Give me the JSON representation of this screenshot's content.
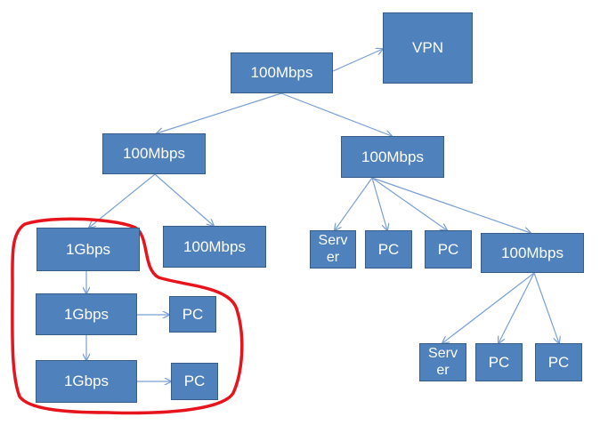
{
  "colors": {
    "node_fill": "#4f81bd",
    "node_border": "#385d8a",
    "connector": "#7aa0d4",
    "highlight": "#e8141d"
  },
  "nodes": {
    "vpn": "VPN",
    "root": "100Mbps",
    "left_switch": "100Mbps",
    "right_switch": "100Mbps",
    "left_1gbps_a": "1Gbps",
    "left_100mbps": "100Mbps",
    "left_1gbps_b": "1Gbps",
    "left_1gbps_c": "1Gbps",
    "left_pc_b": "PC",
    "left_pc_c": "PC",
    "right_server": "Serv\ner",
    "right_pc_1": "PC",
    "right_pc_2": "PC",
    "right_sub_switch": "100Mbps",
    "sub_server": "Serv\ner",
    "sub_pc_1": "PC",
    "sub_pc_2": "PC"
  }
}
